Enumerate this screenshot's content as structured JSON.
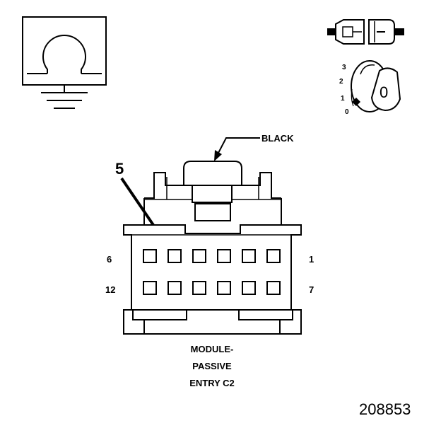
{
  "connector": {
    "color_label": "BLACK",
    "pin_callout": "5",
    "pin_numbers": {
      "top_left": "6",
      "top_right": "1",
      "bottom_left": "12",
      "bottom_right": "7"
    },
    "title_lines": [
      "MODULE-",
      "PASSIVE",
      "ENTRY C2"
    ]
  },
  "ignition_switch": {
    "positions": [
      "3",
      "2",
      "1",
      "0"
    ],
    "key_label": "0"
  },
  "figure_id": "208853",
  "icons": [
    "ground-symbol-icon",
    "connector-plug-icon",
    "ignition-key-icon"
  ]
}
